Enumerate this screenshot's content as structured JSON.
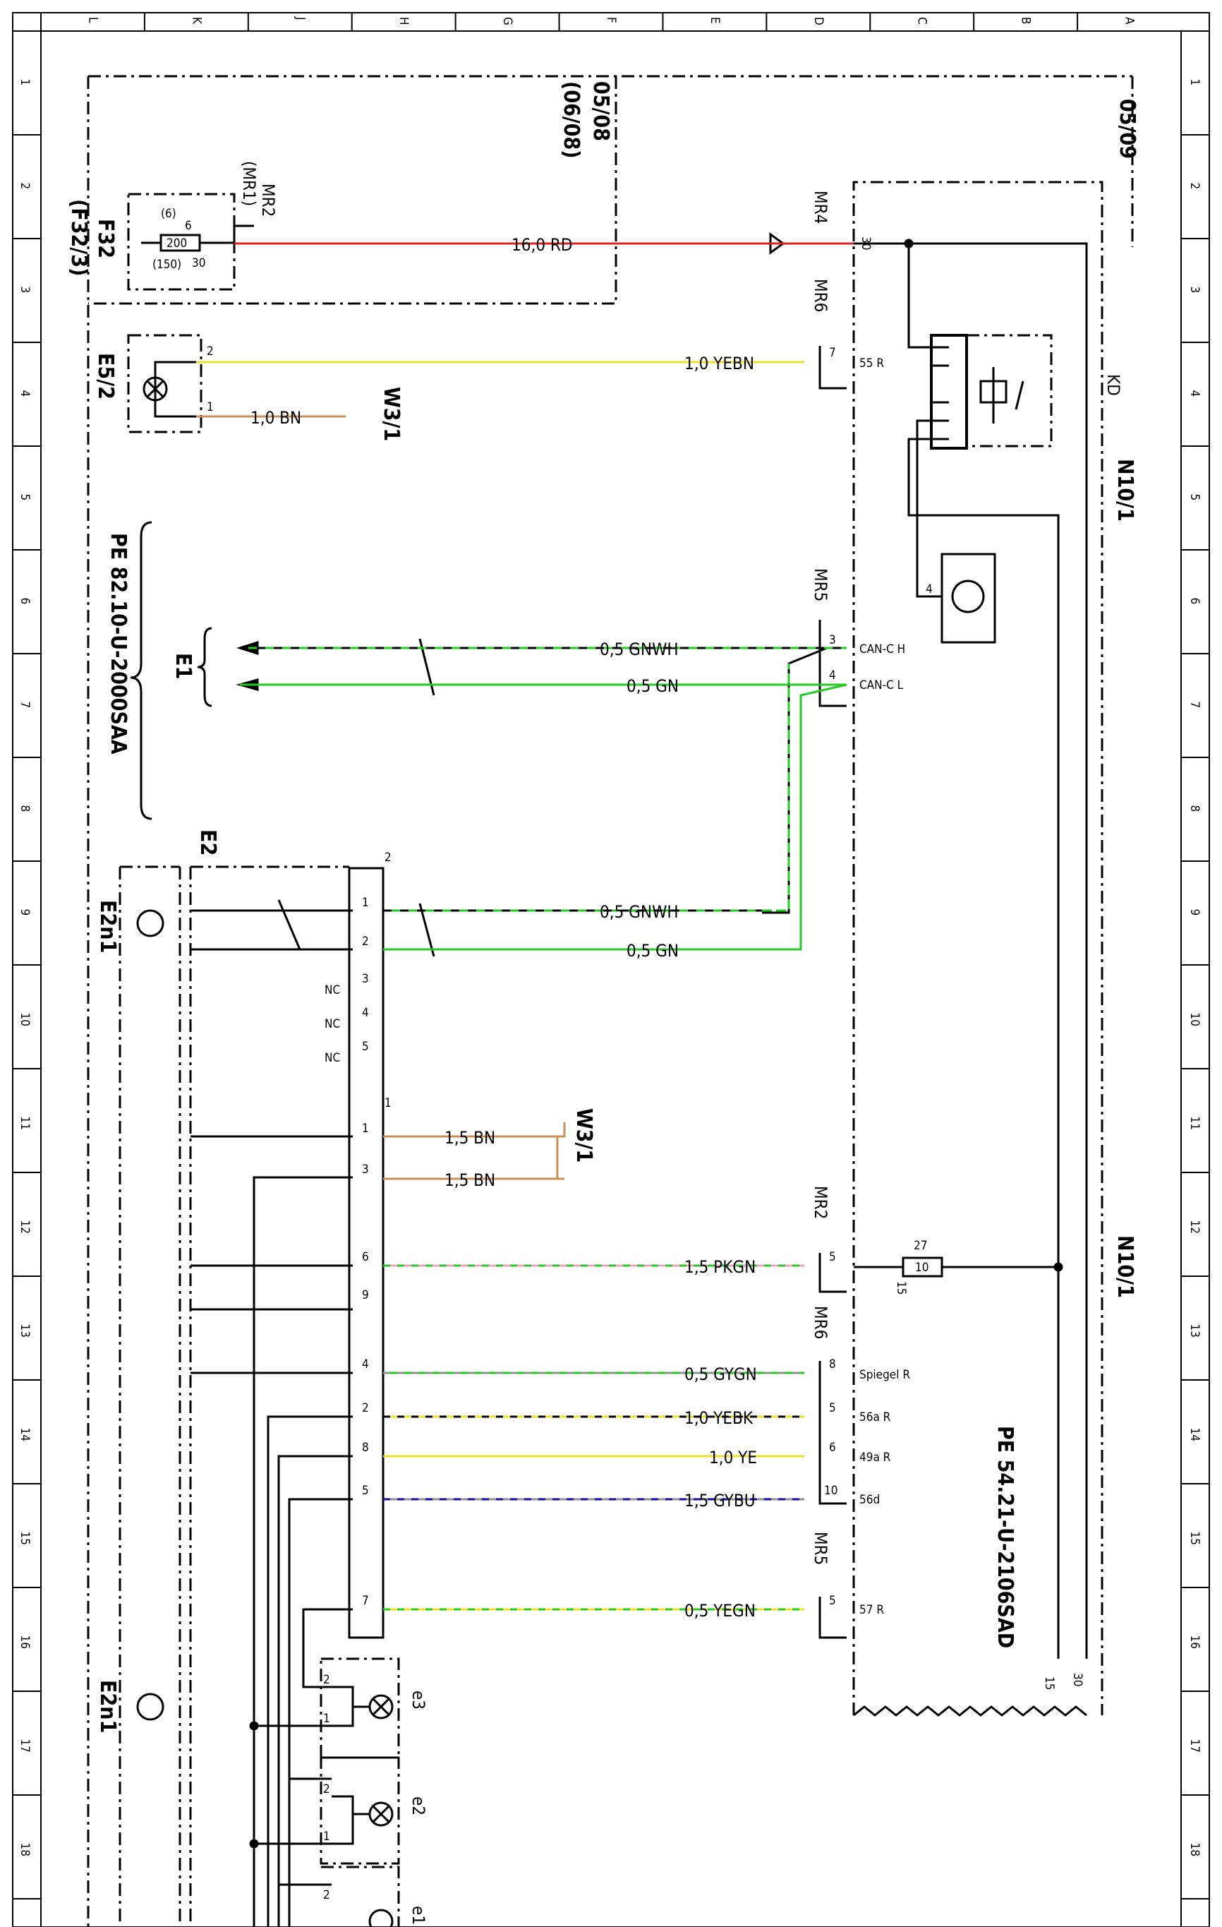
{
  "frame": {
    "column_letters": [
      "L",
      "K",
      "J",
      "H",
      "G",
      "F",
      "E",
      "D",
      "C",
      "B",
      "A"
    ],
    "row_numbers": [
      "1",
      "2",
      "3",
      "4",
      "5",
      "6",
      "7",
      "8",
      "9",
      "10",
      "11",
      "12",
      "13",
      "14",
      "15",
      "16",
      "17",
      "18"
    ]
  },
  "colors": {
    "red": "#e02020",
    "yellow": "#f0e020",
    "green": "#22cc22",
    "brown": "#c8905a",
    "pink": "#f0a0c0",
    "gray": "#909090",
    "blue": "#1010a0"
  },
  "refs": {
    "ref_0508": "05/08",
    "ref_0608": "(06/08)",
    "ref_0509": "05/09"
  },
  "components": {
    "F32": "F32",
    "F32_alt": "(F32/3)",
    "F32_fuse": "200",
    "F32_fuse_alt": "(150)",
    "F32_pin_a": "6",
    "F32_pin_a_alt": "(6)",
    "F32_pin_b": "30",
    "MR2_top": "MR2",
    "MR1_top": "(MR1)",
    "E5_2": "E5/2",
    "W3_1_a": "W3/1",
    "W3_1_b": "W3/1",
    "E1": "E1",
    "E2": "E2",
    "E2n1_a": "E2n1",
    "E2n1_b": "E2n1",
    "N10_1_a": "N10/1",
    "N10_1_b": "N10/1",
    "KD": "KD",
    "e1": "e1",
    "e2": "e2",
    "e3": "e3",
    "fuse_10": "10",
    "fuse_pin_in": "27",
    "fuse_pin_out": "15",
    "pin_30": "30",
    "pin_15": "15",
    "pin_30b": "30",
    "pin_4": "4",
    "PE_82": "PE 82.10-U-2000SAA",
    "PE_54": "PE 54.21-U-2106SAD"
  },
  "connectors": {
    "MR4": "MR4",
    "MR6a": "MR6",
    "MR5a": "MR5",
    "MR2b": "MR2",
    "MR6b": "MR6",
    "MR5b": "MR5"
  },
  "wires": {
    "w_16RD": "16,0 RD",
    "w_YEBN": "1,0 YEBN",
    "w_BN_e5": "1,0 BN",
    "w_GNWH_1": "0,5 GNWH",
    "w_GN_1": "0,5 GN",
    "w_GNWH_2": "0,5 GNWH",
    "w_GN_2": "0,5 GN",
    "w_BN_1": "1,5 BN",
    "w_BN_3": "1,5 BN",
    "w_PKGN": "1,5 PKGN",
    "w_GYGN": "0,5 GYGN",
    "w_YEBK": "1,0 YEBK",
    "w_YE": "1,0 YE",
    "w_GYBU": "1,5 GYBU",
    "w_YEGN": "0,5 YEGN"
  },
  "signals": {
    "s_55R": "55 R",
    "s_CANH": "CAN-C H",
    "s_CANL": "CAN-C L",
    "s_SpiegelR": "Spiegel R",
    "s_56aR": "56a R",
    "s_49aR": "49a R",
    "s_56d": "56d",
    "s_57R": "57 R"
  },
  "pins": {
    "p_E5_2": "2",
    "p_E5_1": "1",
    "p_MR6_7": "7",
    "p_MR5_3": "3",
    "p_MR5_4": "4",
    "p_E2_top": "2",
    "p_E2_1": "1",
    "p_E2_2": "2",
    "p_E2_3": "3",
    "p_E2_4": "4",
    "p_E2_5": "5",
    "p_E2b_top": "1",
    "p_E2b_1": "1",
    "p_E2b_3": "3",
    "p_E2b_6": "6",
    "p_E2b_9": "9",
    "p_E2b_4": "4",
    "p_E2b_2": "2",
    "p_E2b_8": "8",
    "p_E2b_5": "5",
    "p_E2b_7": "7",
    "p_MR2_5": "5",
    "p_MR6_8": "8",
    "p_MR6_5": "5",
    "p_MR6_6": "6",
    "p_MR6_10": "10",
    "p_MR5_5": "5",
    "p_e3_2": "2",
    "p_e3_1": "1",
    "p_e2_2": "2",
    "p_e2_1": "1",
    "p_e1_2": "2",
    "nc_3": "NC",
    "nc_4": "NC",
    "nc_5": "NC"
  }
}
